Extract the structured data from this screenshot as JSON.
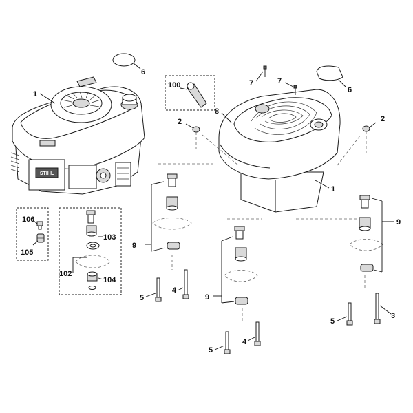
{
  "callouts": {
    "engine_left": "1",
    "engine_right": "1",
    "nut_left": "2",
    "nut_right": "2",
    "bolt_long": "3",
    "bolt_a": "4",
    "bolt_b": "4",
    "bolt_c": "5",
    "bolt_d": "5",
    "bolt_e": "5",
    "cap_left": "6",
    "cap_right": "6",
    "screw_a": "7",
    "screw_b": "7",
    "hood": "8",
    "mount_a": "9",
    "mount_b": "9",
    "mount_c": "9",
    "spark_plug_cap": "100",
    "mount_kit": "102",
    "mount_ring_a": "103",
    "mount_ring_b": "104",
    "kit_nut": "105",
    "kit_screw": "106"
  },
  "logos": {
    "engine_brand": "STIHL"
  }
}
